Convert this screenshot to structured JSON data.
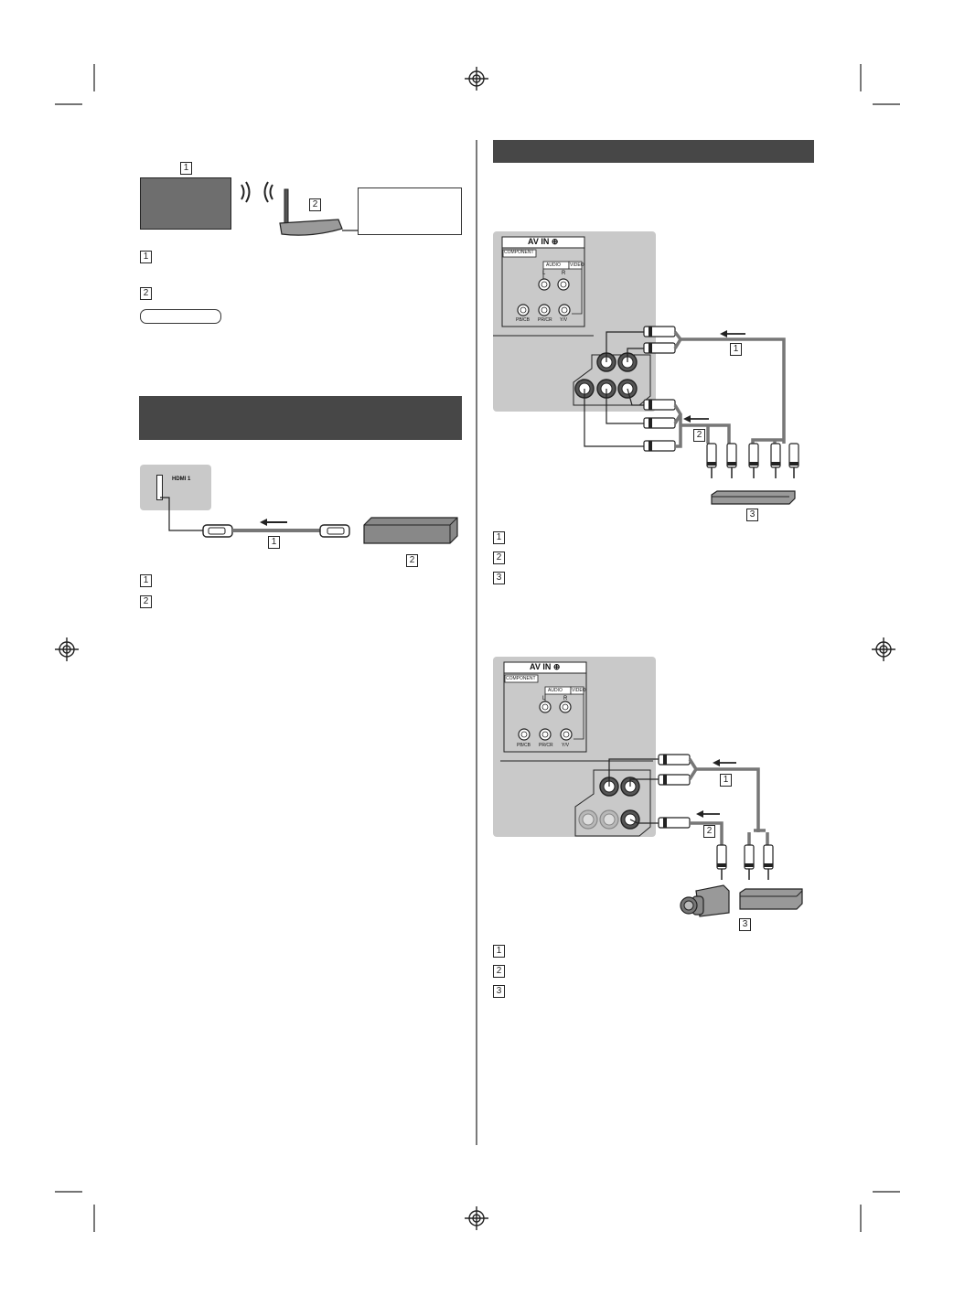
{
  "callouts": [
    "1",
    "2",
    "3"
  ],
  "hdmi_panel": {
    "port_label": "HDMI 1"
  },
  "av_panel": {
    "title": "AV IN",
    "component_label": "COMPONENT",
    "audio_label": "AUDIO",
    "video_label": "VIDEO",
    "left_label": "L",
    "right_label": "R",
    "jack_pb": "PB/CB",
    "jack_pr": "PR/CR",
    "jack_y": "Y/V"
  }
}
